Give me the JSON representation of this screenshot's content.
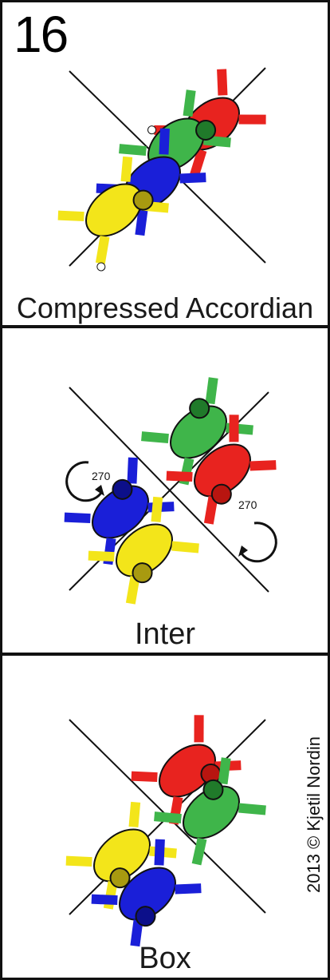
{
  "card_number": "16",
  "panels": [
    {
      "caption": "Compressed Accordian"
    },
    {
      "caption": "Inter",
      "rotation_labels": [
        "270",
        "270"
      ]
    },
    {
      "caption": "Box"
    }
  ],
  "credit": "2013 © Kjetil Nordin",
  "colors": {
    "red": "#e8231f",
    "green": "#3fb54a",
    "blue": "#1a1fd8",
    "yellow": "#f3e51a",
    "outline": "#111111",
    "skin": "#7a4a22"
  }
}
